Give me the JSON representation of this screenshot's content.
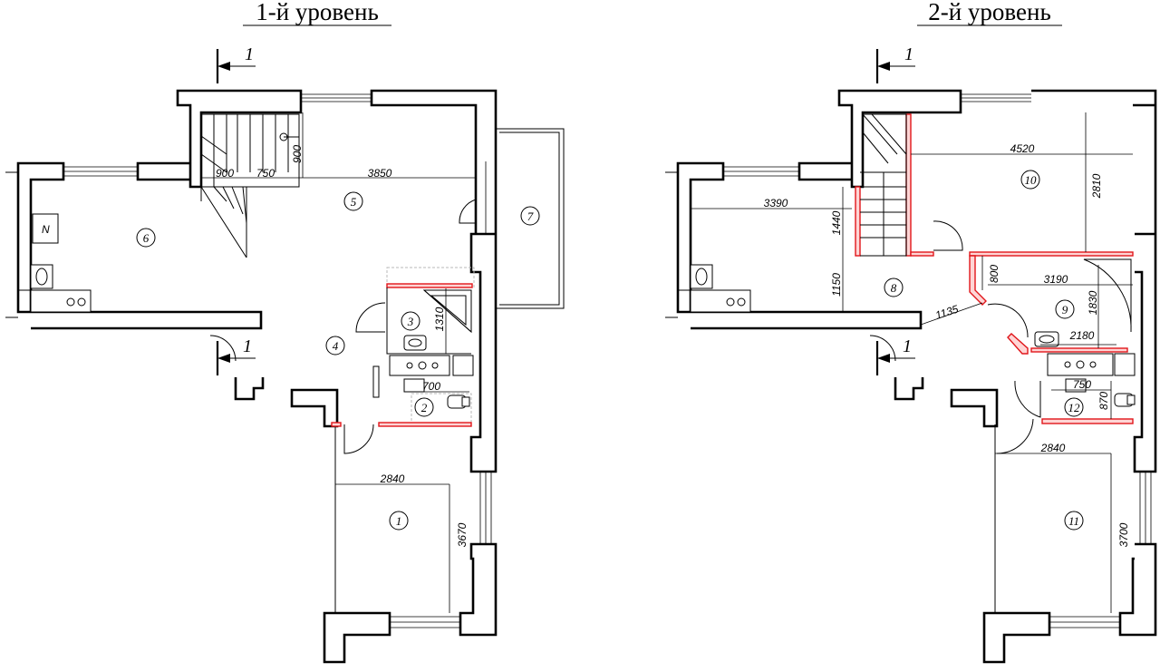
{
  "levels": [
    {
      "title": "1-й уровень",
      "section_mark_top": "1",
      "section_mark_bottom": "1",
      "rooms": [
        "1",
        "2",
        "3",
        "4",
        "5",
        "6",
        "7"
      ],
      "dimensions": [
        "900",
        "750",
        "3850",
        "900",
        "1310",
        "700",
        "2840",
        "3670"
      ],
      "stair_symbol": "N"
    },
    {
      "title": "2-й уровень",
      "section_mark_top": "1",
      "section_mark_bottom": "1",
      "rooms": [
        "8",
        "9",
        "10",
        "11",
        "12"
      ],
      "dimensions": [
        "4520",
        "2810",
        "3390",
        "1440",
        "1150",
        "1135",
        "800",
        "3190",
        "1830",
        "2180",
        "750",
        "870",
        "2840",
        "3700"
      ]
    }
  ],
  "colors": {
    "walls": "#000000",
    "new_partitions": "#e0161b",
    "demolished": "#b9b9b9"
  }
}
